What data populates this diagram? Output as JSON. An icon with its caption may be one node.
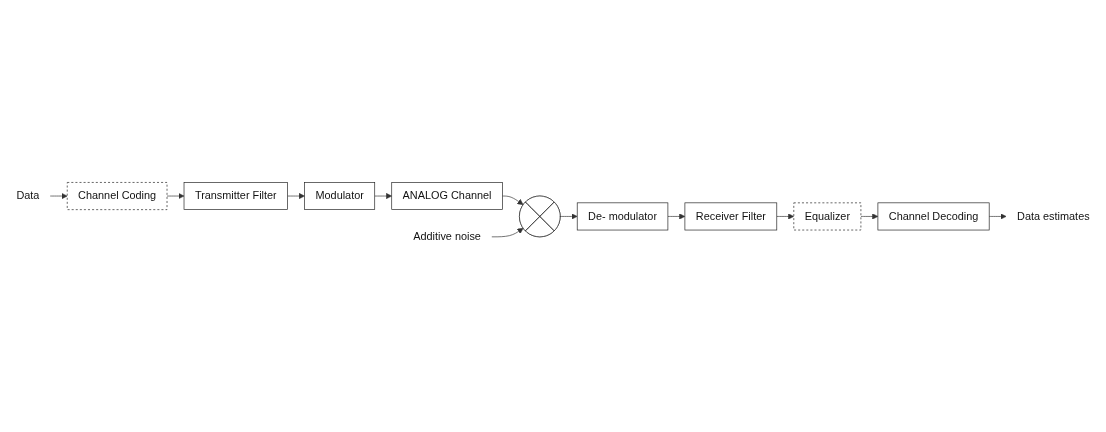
{
  "diagram": {
    "nodes": [
      {
        "text": [
          "Data"
        ]
      },
      {
        "text": [
          "Channel Coding"
        ]
      },
      {
        "text": [
          "Transmitter Filter"
        ]
      },
      {
        "text": [
          "Modulator"
        ]
      },
      {
        "text": [
          "ANALOG Channel"
        ]
      },
      {
        "text": [
          "Additive noise"
        ]
      },
      {
        "text": [],
        "shape": "circle"
      },
      {
        "text": [
          "De- modulator"
        ]
      },
      {
        "text": [
          "Receiver Filter"
        ]
      },
      {
        "text": [
          "Equalizer"
        ]
      },
      {
        "text": [
          "Channel Decoding"
        ]
      },
      {
        "text": [
          "Data estimates"
        ]
      }
    ],
    "edges": [
      {
        "from": 0,
        "to": 1,
        "arrow": "to"
      },
      {
        "from": 1,
        "to": 2,
        "arrow": "to"
      },
      {
        "from": 2,
        "to": 3,
        "arrow": "to"
      },
      {
        "from": 3,
        "to": 4,
        "arrow": "to"
      },
      {
        "from": 4,
        "to": 6,
        "arrow": "to"
      },
      {
        "from": 5,
        "to": 6,
        "arrow": "to"
      },
      {
        "from": 6,
        "to": 7,
        "arrow": "to"
      },
      {
        "from": 7,
        "to": 8,
        "arrow": "to"
      },
      {
        "from": 8,
        "to": 9,
        "arrow": "to"
      },
      {
        "from": 9,
        "to": 10,
        "arrow": "to"
      },
      {
        "from": 10,
        "to": 11,
        "arrow": "to"
      }
    ]
  }
}
